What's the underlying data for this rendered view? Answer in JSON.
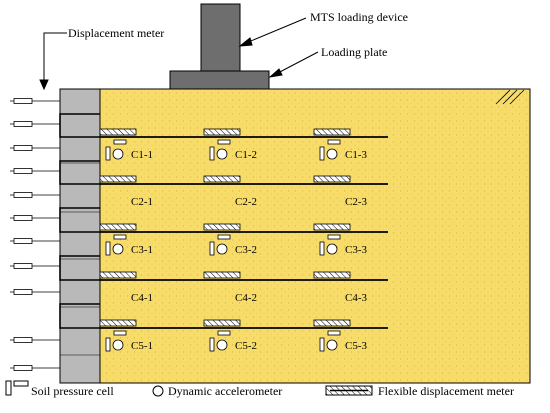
{
  "annotations": {
    "mts_loading_device": "MTS loading device",
    "loading_plate": "Loading plate",
    "displacement_meter": "Displacement meter"
  },
  "sensor_labels": {
    "row1": [
      "C1-1",
      "C1-2",
      "C1-3"
    ],
    "row2": [
      "C2-1",
      "C2-2",
      "C2-3"
    ],
    "row3": [
      "C3-1",
      "C3-2",
      "C3-3"
    ],
    "row4": [
      "C4-1",
      "C4-2",
      "C4-3"
    ],
    "row5": [
      "C5-1",
      "C5-2",
      "C5-3"
    ]
  },
  "rows_with_pressure_cells": [
    "row1",
    "row3",
    "row5"
  ],
  "legend": {
    "soil_pressure_cell": "Soil pressure cell",
    "dynamic_accelerometer": "Dynamic accelerometer",
    "flexible_displacement_meter": "Flexible displacement meter"
  },
  "colors": {
    "soil_fill": "#f7dc6a",
    "wall_fill": "#b9b9b9",
    "loading_device": "#6e6e6e",
    "line": "#000000"
  }
}
